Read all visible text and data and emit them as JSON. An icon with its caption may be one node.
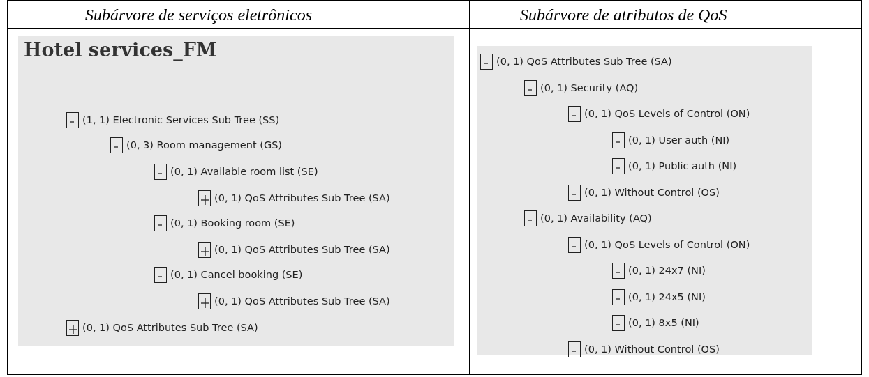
{
  "diagram": {
    "nodes": [
      {
        "text": [
          "Hotel services_FM",
          "(1, 1) Electronic Services Sub Tree (SS)",
          "(0, 3) Room management (GS)",
          "(0, 1) Available room list (SE)",
          "(0, 1) QoS Attributes Sub Tree (SA)",
          "(0, 1) Booking room (SE)",
          "(0, 1) QoS Attributes Sub Tree (SA)",
          "(0, 1) Cancel booking (SE)",
          "(0, 1) QoS Attributes Sub Tree (SA)",
          "(0, 1) QoS Attributes Sub Tree (SA)"
        ]
      },
      {
        "text": [
          "(0, 1) QoS Attributes Sub Tree (SA)",
          "(0, 1) Security (AQ)",
          "(0, 1) QoS Levels of Control (ON)",
          "(0, 1) User auth (NI)",
          "(0, 1) Public auth (NI)",
          "(0, 1) Without Control (OS)",
          "(0, 1) Availability (AQ)",
          "(0, 1) QoS Levels of Control (ON)",
          "(0, 1) 24x7 (NI)",
          "(0, 1) 24x5 (NI)",
          "(0, 1) 8x5 (NI)",
          "(0, 1) Without Control (OS)"
        ]
      }
    ],
    "labels": [
      "Subárvore de serviços eletrônicos",
      "Subárvore de atributos de QoS"
    ]
  }
}
